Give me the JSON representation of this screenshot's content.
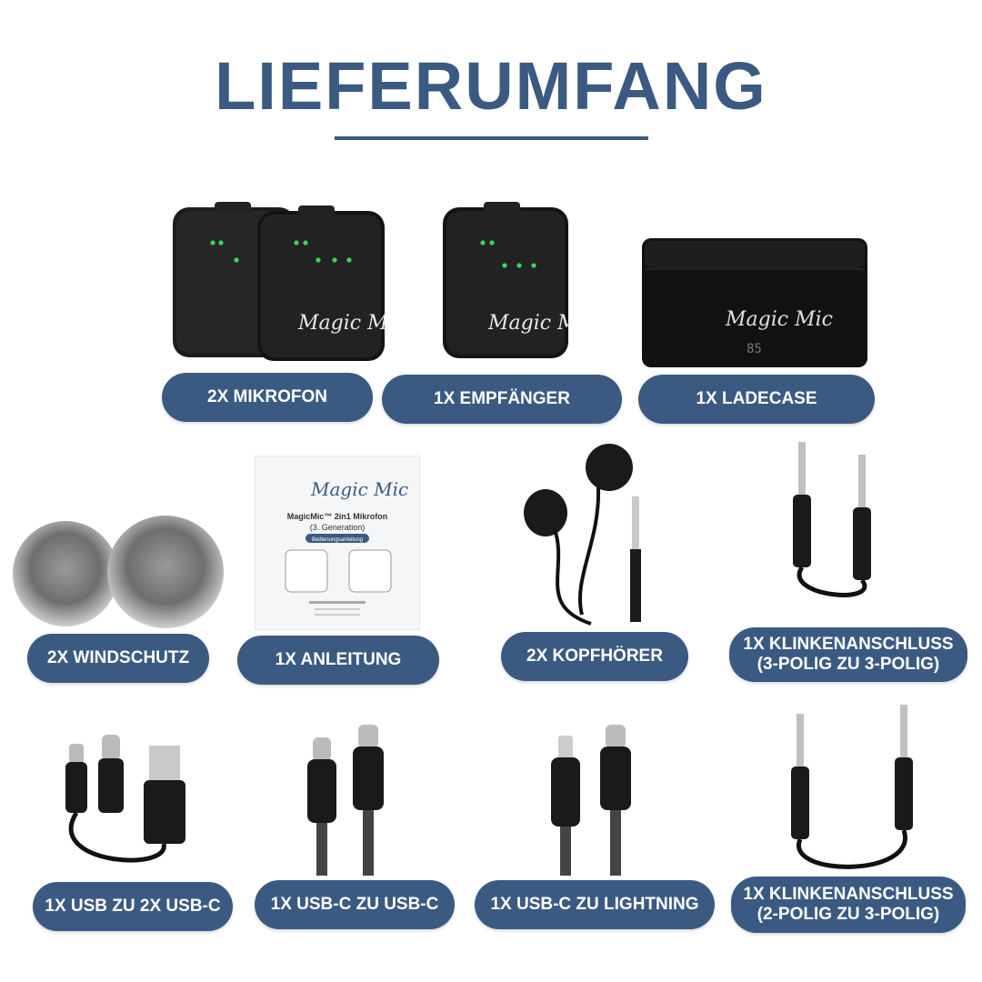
{
  "title": "LIEFERUMFANG",
  "items": [
    {
      "label": "2X MIKROFON",
      "icon": "microphone-transmitter-icon"
    },
    {
      "label": "1X EMPFÄNGER",
      "icon": "receiver-icon"
    },
    {
      "label": "1X LADECASE",
      "icon": "charging-case-icon"
    },
    {
      "label": "2X WINDSCHUTZ",
      "icon": "windscreen-icon"
    },
    {
      "label": "1X ANLEITUNG",
      "icon": "manual-icon"
    },
    {
      "label": "2X KOPFHÖRER",
      "icon": "earphones-icon"
    },
    {
      "label": "1X KLINKENANSCHLUSS\n(3-POLIG ZU 3-POLIG)",
      "icon": "aux-cable-icon"
    },
    {
      "label": "1X USB ZU 2X USB-C",
      "icon": "usb-cable-icon"
    },
    {
      "label": "1X USB-C ZU USB-C",
      "icon": "usbc-cable-icon"
    },
    {
      "label": "1X USB-C ZU LIGHTNING",
      "icon": "lightning-cable-icon"
    },
    {
      "label": "1X KLINKENANSCHLUSS\n(2-POLIG ZU 3-POLIG)",
      "icon": "aux-cable-icon"
    }
  ],
  "manual": {
    "brand": "Magic Mic",
    "product": "MagicMic™ 2in1 Mikrofon",
    "generation": "(3. Generation)",
    "tag": "Bedienungsanleitung"
  },
  "device": {
    "brand": "Magic Mic",
    "case_display": "85"
  }
}
